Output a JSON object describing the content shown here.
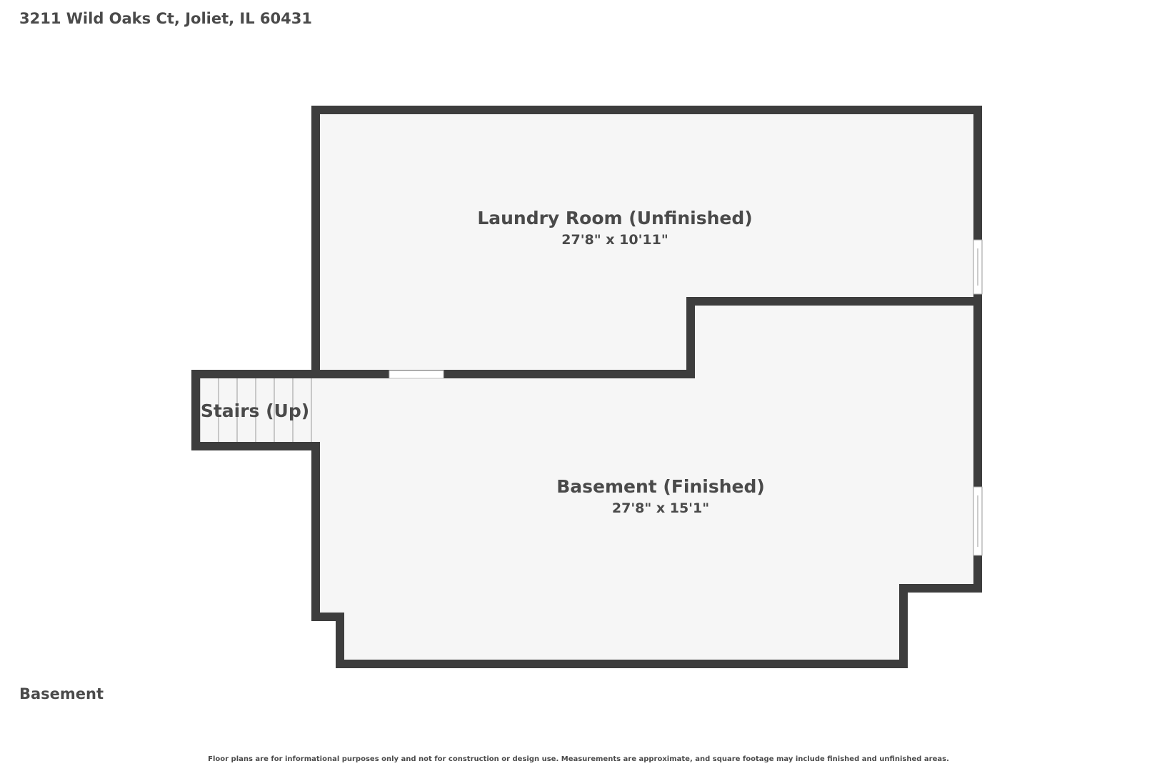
{
  "header": {
    "address": "3211 Wild Oaks Ct, Joliet, IL 60431"
  },
  "floor": {
    "label": "Basement"
  },
  "rooms": {
    "laundry": {
      "name": "Laundry Room (Unfinished)",
      "dims": "27'8\" x 10'11\""
    },
    "basement": {
      "name": "Basement (Finished)",
      "dims": "27'8\" x 15'1\""
    },
    "stairs": {
      "name": "Stairs (Up)"
    }
  },
  "footer": {
    "disclaimer": "Floor plans are for informational purposes only and not for construction or design use. Measurements are approximate, and square footage may include finished and unfinished areas."
  },
  "colors": {
    "wall": "#3d3d3d",
    "floor": "#f6f6f6",
    "text": "#4a4a4a"
  }
}
